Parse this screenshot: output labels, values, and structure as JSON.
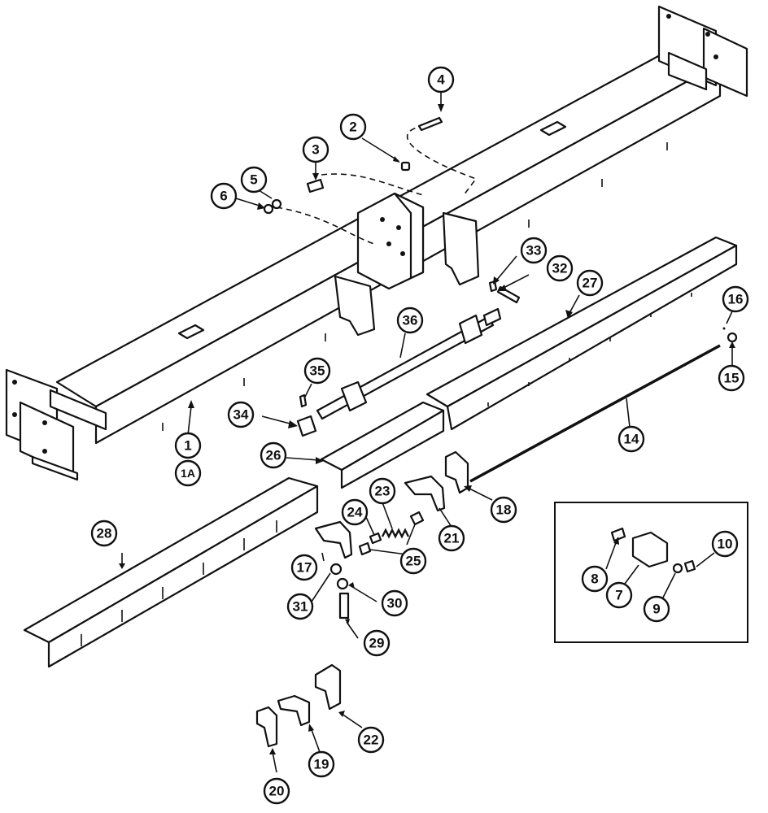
{
  "callouts": [
    {
      "id": "c1",
      "label": "1"
    },
    {
      "id": "c1a",
      "label": "1A"
    },
    {
      "id": "c2",
      "label": "2"
    },
    {
      "id": "c3",
      "label": "3"
    },
    {
      "id": "c4",
      "label": "4"
    },
    {
      "id": "c5",
      "label": "5"
    },
    {
      "id": "c6",
      "label": "6"
    },
    {
      "id": "c7",
      "label": "7"
    },
    {
      "id": "c8",
      "label": "8"
    },
    {
      "id": "c9",
      "label": "9"
    },
    {
      "id": "c10",
      "label": "10"
    },
    {
      "id": "c14",
      "label": "14"
    },
    {
      "id": "c15",
      "label": "15"
    },
    {
      "id": "c16",
      "label": "16"
    },
    {
      "id": "c17",
      "label": "17"
    },
    {
      "id": "c18",
      "label": "18"
    },
    {
      "id": "c19",
      "label": "19"
    },
    {
      "id": "c20",
      "label": "20"
    },
    {
      "id": "c21",
      "label": "21"
    },
    {
      "id": "c22",
      "label": "22"
    },
    {
      "id": "c23",
      "label": "23"
    },
    {
      "id": "c24",
      "label": "24"
    },
    {
      "id": "c25",
      "label": "25"
    },
    {
      "id": "c26",
      "label": "26"
    },
    {
      "id": "c27",
      "label": "27"
    },
    {
      "id": "c28",
      "label": "28"
    },
    {
      "id": "c29",
      "label": "29"
    },
    {
      "id": "c30",
      "label": "30"
    },
    {
      "id": "c31",
      "label": "31"
    },
    {
      "id": "c32",
      "label": "32"
    },
    {
      "id": "c33",
      "label": "33"
    },
    {
      "id": "c34",
      "label": "34"
    },
    {
      "id": "c35",
      "label": "35"
    },
    {
      "id": "c36",
      "label": "36"
    }
  ]
}
